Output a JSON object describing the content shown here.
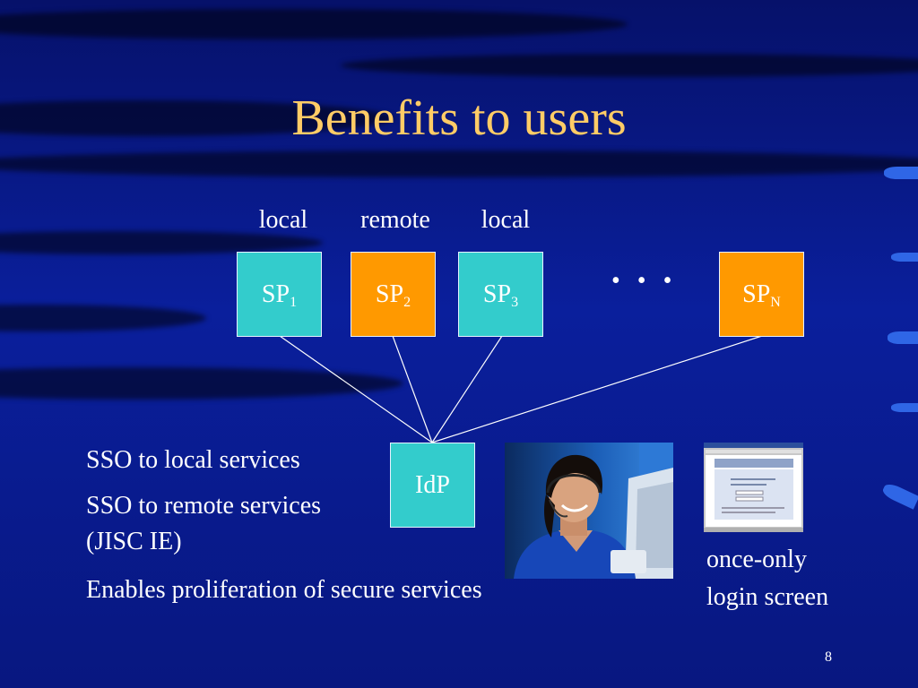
{
  "slide": {
    "title": "Benefits to users",
    "page_number": "8"
  },
  "diagram": {
    "labels": [
      "local",
      "remote",
      "local"
    ],
    "service_providers": [
      {
        "base": "SP",
        "sub": "1",
        "color": "#33cccc"
      },
      {
        "base": "SP",
        "sub": "2",
        "color": "#ff9900"
      },
      {
        "base": "SP",
        "sub": "3",
        "color": "#33cccc"
      },
      {
        "base": "SP",
        "sub": "N",
        "color": "#ff9900"
      }
    ],
    "ellipsis": "• • •",
    "identity_provider": "IdP"
  },
  "bullets": [
    "SSO to local services",
    "SSO to remote services",
    "(JISC IE)",
    "Enables proliferation of secure services"
  ],
  "login_caption": [
    "once-only",
    "login screen"
  ],
  "colors": {
    "title": "#ffcc66",
    "teal": "#33cccc",
    "orange": "#ff9900",
    "background": "#0a1f9c"
  }
}
